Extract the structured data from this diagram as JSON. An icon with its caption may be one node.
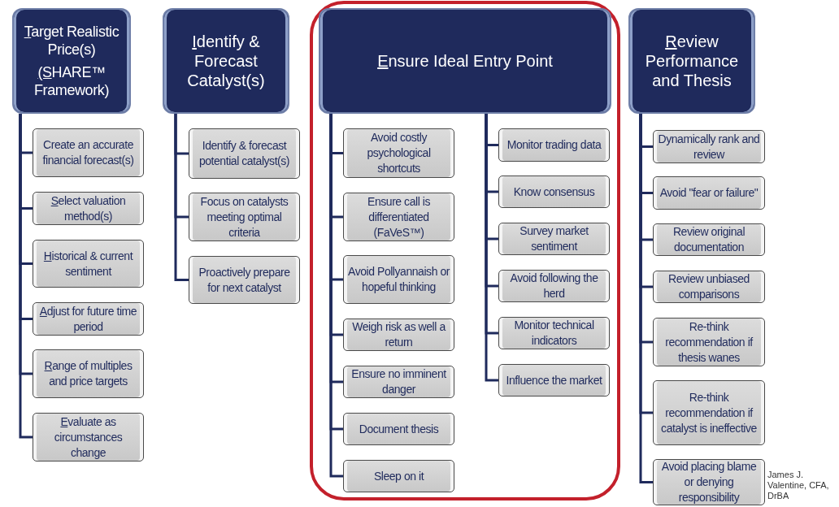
{
  "diagram": {
    "nodes": [
      {
        "text": [
          "Target Realistic Price(s)",
          "(SHARE™ Framework)"
        ]
      },
      {
        "text": [
          "Create an accurate financial forecast(s)"
        ]
      },
      {
        "text": [
          "Select valuation method(s)"
        ]
      },
      {
        "text": [
          "Historical & current sentiment"
        ]
      },
      {
        "text": [
          "Adjust for future time period"
        ]
      },
      {
        "text": [
          "Range of multiples and price targets"
        ]
      },
      {
        "text": [
          "Evaluate as circumstances change"
        ]
      },
      {
        "text": [
          "Identify & Forecast Catalyst(s)"
        ]
      },
      {
        "text": [
          "Identify & forecast potential catalyst(s)"
        ]
      },
      {
        "text": [
          "Focus on catalysts meeting optimal criteria"
        ]
      },
      {
        "text": [
          "Proactively prepare for next catalyst"
        ]
      },
      {
        "text": [
          "Ensure Ideal Entry Point"
        ]
      },
      {
        "text": [
          "Avoid costly psychological shortcuts"
        ]
      },
      {
        "text": [
          "Ensure call is differentiated (FaVeS™)"
        ]
      },
      {
        "text": [
          "Avoid Pollyannaish or hopeful thinking"
        ]
      },
      {
        "text": [
          "Weigh risk as well a return"
        ]
      },
      {
        "text": [
          "Ensure no imminent danger"
        ]
      },
      {
        "text": [
          "Document thesis"
        ]
      },
      {
        "text": [
          "Sleep on it"
        ]
      },
      {
        "text": [
          "Monitor trading data"
        ]
      },
      {
        "text": [
          "Know consensus"
        ]
      },
      {
        "text": [
          "Survey market sentiment"
        ]
      },
      {
        "text": [
          "Avoid following the herd"
        ]
      },
      {
        "text": [
          "Monitor technical indicators"
        ]
      },
      {
        "text": [
          "Influence the market"
        ]
      },
      {
        "text": [
          "Review Performance and Thesis"
        ]
      },
      {
        "text": [
          "Dynamically rank and review"
        ]
      },
      {
        "text": [
          "Avoid \"fear or failure\""
        ]
      },
      {
        "text": [
          "Review original documentation"
        ]
      },
      {
        "text": [
          "Review unbiased comparisons"
        ]
      },
      {
        "text": [
          "Re-think recommendation if thesis wanes"
        ]
      },
      {
        "text": [
          "Re-think recommendation if catalyst is ineffective"
        ]
      },
      {
        "text": [
          "Avoid placing blame or  denying responsibility"
        ]
      }
    ],
    "edges": [
      {
        "from": 0,
        "to": 1,
        "arrow": "none"
      },
      {
        "from": 0,
        "to": 2,
        "arrow": "none"
      },
      {
        "from": 0,
        "to": 3,
        "arrow": "none"
      },
      {
        "from": 0,
        "to": 4,
        "arrow": "none"
      },
      {
        "from": 0,
        "to": 5,
        "arrow": "none"
      },
      {
        "from": 0,
        "to": 6,
        "arrow": "none"
      },
      {
        "from": 7,
        "to": 8,
        "arrow": "none"
      },
      {
        "from": 7,
        "to": 9,
        "arrow": "none"
      },
      {
        "from": 7,
        "to": 10,
        "arrow": "none"
      },
      {
        "from": 11,
        "to": 12,
        "arrow": "none"
      },
      {
        "from": 11,
        "to": 13,
        "arrow": "none"
      },
      {
        "from": 11,
        "to": 14,
        "arrow": "none"
      },
      {
        "from": 11,
        "to": 15,
        "arrow": "none"
      },
      {
        "from": 11,
        "to": 16,
        "arrow": "none"
      },
      {
        "from": 11,
        "to": 17,
        "arrow": "none"
      },
      {
        "from": 11,
        "to": 18,
        "arrow": "none"
      },
      {
        "from": 11,
        "to": 19,
        "arrow": "none"
      },
      {
        "from": 11,
        "to": 20,
        "arrow": "none"
      },
      {
        "from": 11,
        "to": 21,
        "arrow": "none"
      },
      {
        "from": 11,
        "to": 22,
        "arrow": "none"
      },
      {
        "from": 11,
        "to": 23,
        "arrow": "none"
      },
      {
        "from": 11,
        "to": 24,
        "arrow": "none"
      },
      {
        "from": 25,
        "to": 26,
        "arrow": "none"
      },
      {
        "from": 25,
        "to": 27,
        "arrow": "none"
      },
      {
        "from": 25,
        "to": 28,
        "arrow": "none"
      },
      {
        "from": 25,
        "to": 29,
        "arrow": "none"
      },
      {
        "from": 25,
        "to": 30,
        "arrow": "none"
      },
      {
        "from": 25,
        "to": 31,
        "arrow": "none"
      },
      {
        "from": 25,
        "to": 32,
        "arrow": "none"
      }
    ],
    "labels": [
      "James J. Valentine, CFA, DrBA"
    ]
  }
}
